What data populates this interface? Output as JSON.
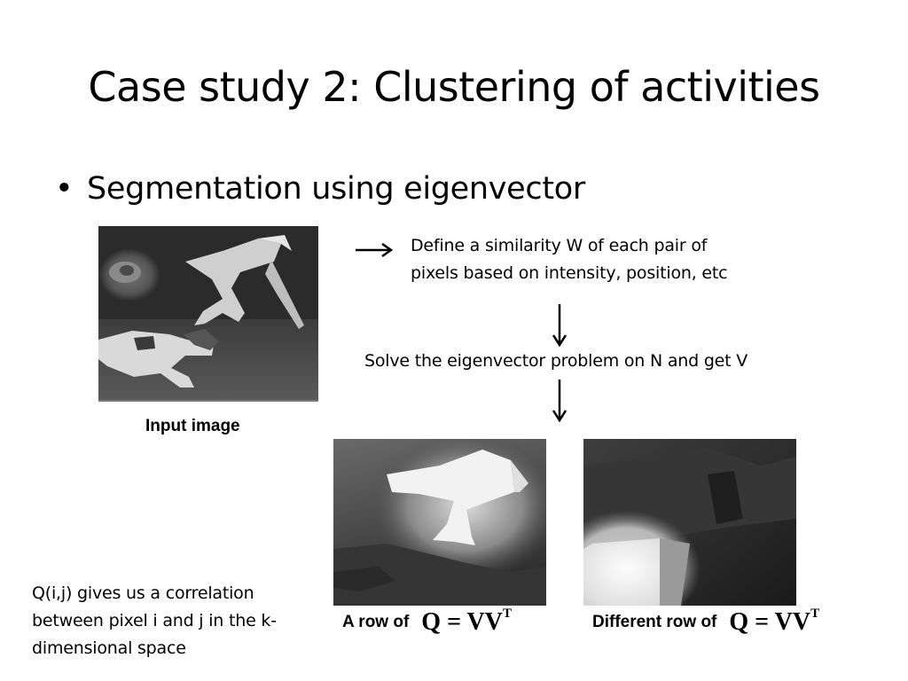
{
  "slide": {
    "title": "Case study 2: Clustering of activities",
    "bullet": "Segmentation using eigenvector"
  },
  "figure": {
    "input_caption": "Input image",
    "define_text": "Define a similarity W of each pair of pixels based on intensity, position, etc",
    "solve_text": "Solve the eigenvector problem on N and get V",
    "correlation_text": "Q(i,j) gives us a correlation between pixel i and j in the k-dimensional space",
    "row_caption_1": "A row of",
    "row_caption_2": "Different row of",
    "formula_main": "Q = VV",
    "formula_sup": "T"
  },
  "icons": {
    "bullet": "bullet-dot-icon",
    "arrow_right": "arrow-right-icon",
    "arrow_down": "arrow-down-icon"
  },
  "colors": {
    "text": "#000000",
    "background": "#ffffff"
  }
}
